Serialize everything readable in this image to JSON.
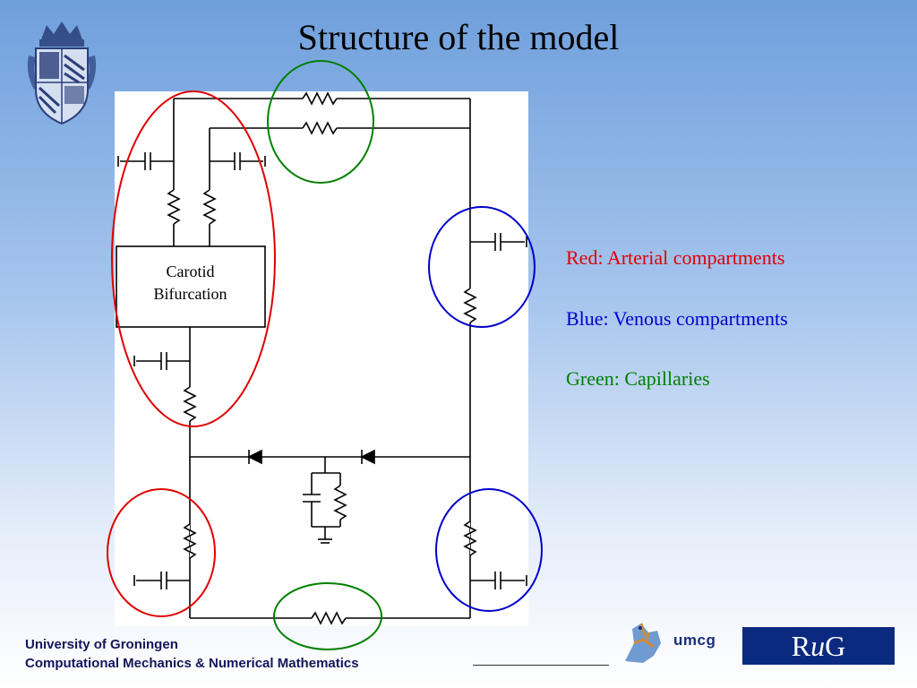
{
  "slide": {
    "title": "Structure of the model"
  },
  "diagram": {
    "box_label_line1": "Carotid",
    "box_label_line2": "Bifurcation"
  },
  "legend": {
    "red": "Red: Arterial compartments",
    "blue": "Blue: Venous compartments",
    "green": "Green: Capillaries"
  },
  "colors": {
    "arterial": "#e00000",
    "venous": "#0000cc",
    "capillary": "#008000"
  },
  "footer": {
    "line1": "University of Groningen",
    "line2": "Computational Mechanics & Numerical Mathematics"
  },
  "logos": {
    "umcg": "umcg",
    "rug_prefix": "R",
    "rug_middle": "u",
    "rug_suffix": "G"
  }
}
